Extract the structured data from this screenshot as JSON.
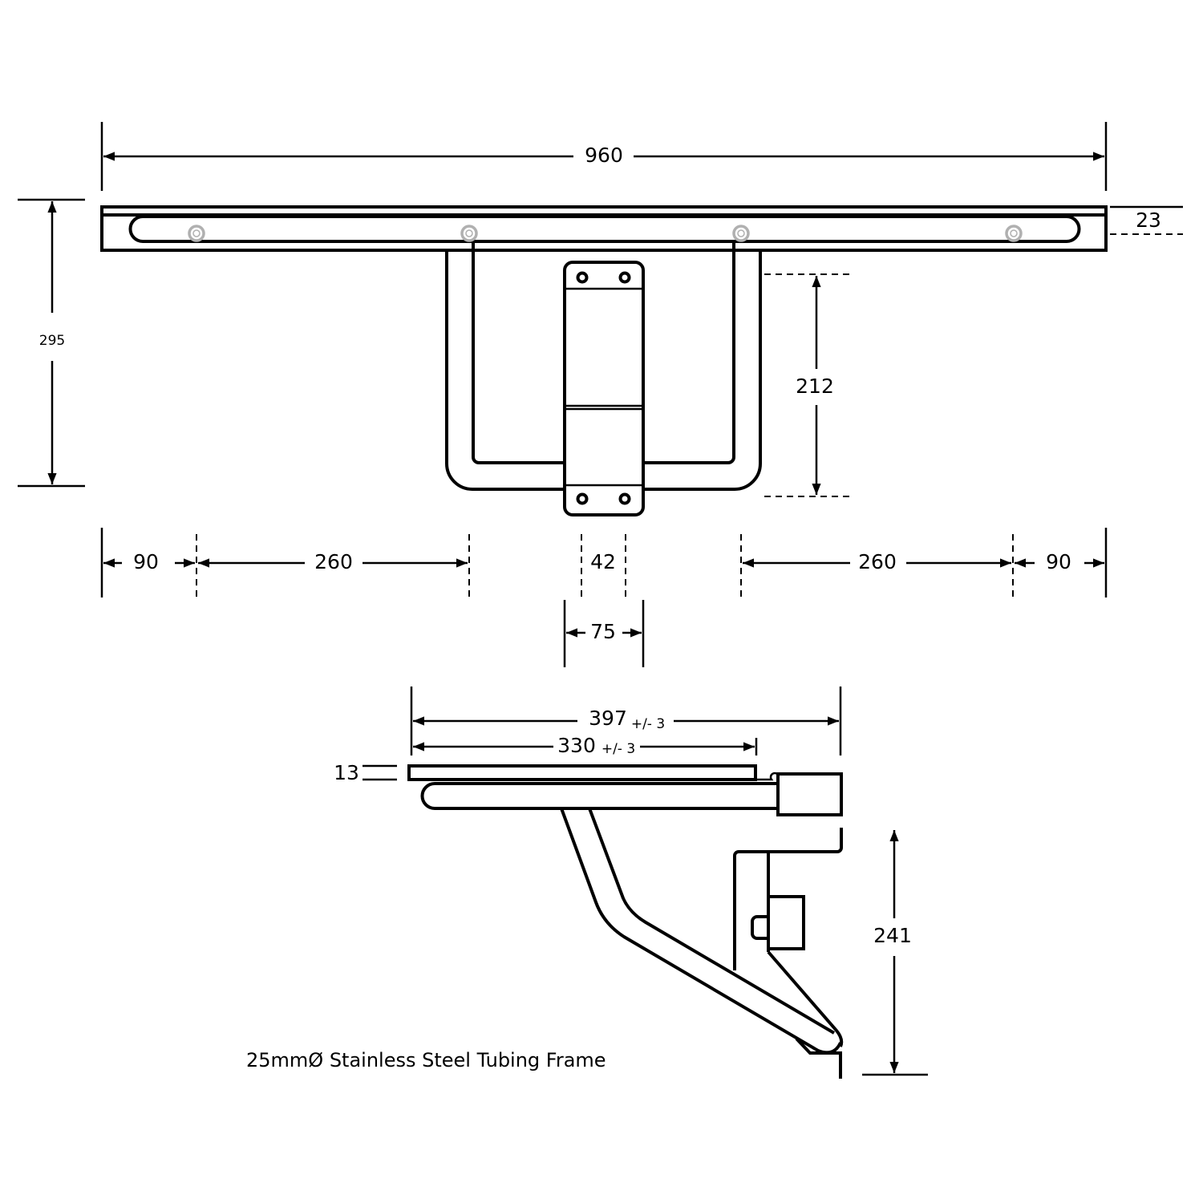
{
  "dimensions": {
    "overall_width": "960",
    "rail_depth": "23",
    "overall_depth": "295",
    "frame_depth": "212",
    "edge_left": "90",
    "spacing_left": "260",
    "hole_spacing": "42",
    "spacing_right": "260",
    "edge_right": "90",
    "plate_width": "75",
    "seat_length": "397",
    "seat_length_tol": "+/- 3",
    "seat_inner": "330",
    "seat_inner_tol": "+/- 3",
    "seat_thickness": "13",
    "height": "241"
  },
  "caption": "25mmØ Stainless Steel Tubing Frame",
  "colors": {
    "line": "#000000",
    "screw": "#b0b0b0"
  }
}
